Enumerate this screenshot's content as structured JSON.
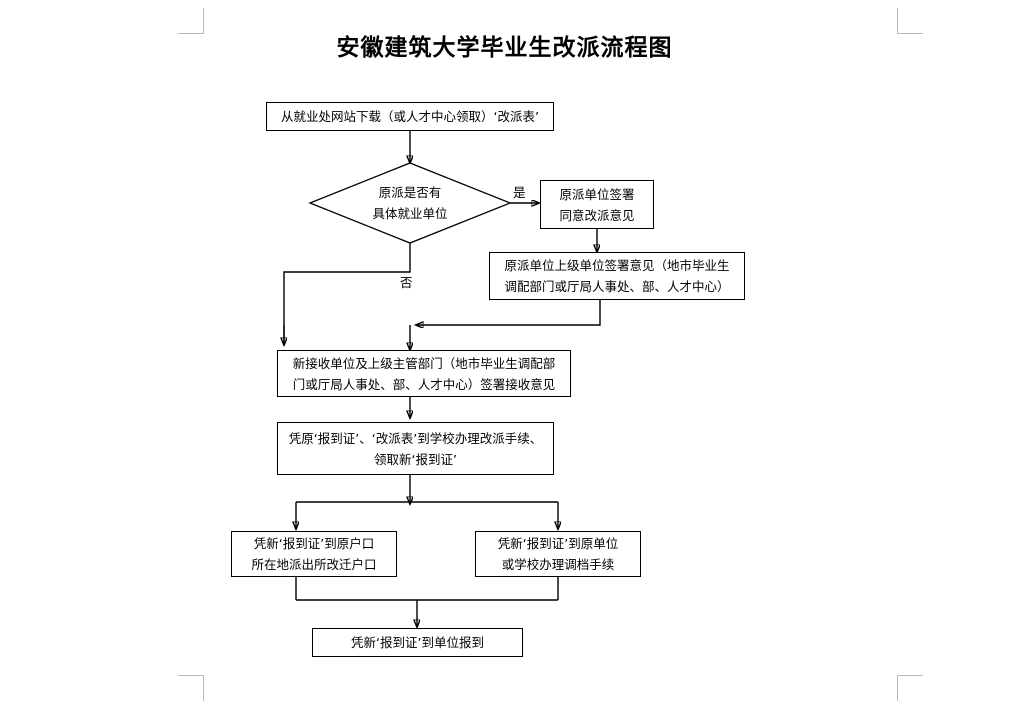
{
  "document": {
    "title": "安徽建筑大学毕业生改派流程图"
  },
  "flowchart": {
    "type": "flowchart",
    "nodes": [
      {
        "id": "download-form",
        "shape": "box",
        "lines": [
          "从就业处网站下载（或人才中心领取）‘改派表’"
        ]
      },
      {
        "id": "has-employer-decision",
        "shape": "diamond",
        "lines": [
          "原派是否有",
          "具体就业单位"
        ]
      },
      {
        "id": "original-unit-sign",
        "shape": "box",
        "lines": [
          "原派单位签署",
          "同意改派意见"
        ]
      },
      {
        "id": "superior-unit-sign",
        "shape": "box",
        "lines": [
          "原派单位上级单位签署意见（地市毕业生",
          "调配部门或厅局人事处、部、人才中心）"
        ]
      },
      {
        "id": "new-unit-accept",
        "shape": "box",
        "lines": [
          "新接收单位及上级主管部门（地市毕业生调配部",
          "门或厅局人事处、部、人才中心）签署接收意见"
        ]
      },
      {
        "id": "school-process",
        "shape": "box",
        "lines": [
          "凭原‘报到证’、‘改派表’到学校办理改派手续、",
          "领取新‘报到证’"
        ]
      },
      {
        "id": "household-transfer",
        "shape": "box",
        "lines": [
          "凭新‘报到证’到原户口",
          "所在地派出所改迁户口"
        ]
      },
      {
        "id": "file-transfer",
        "shape": "box",
        "lines": [
          "凭新‘报到证’到原单位",
          "或学校办理调档手续"
        ]
      },
      {
        "id": "report-to-unit",
        "shape": "box",
        "lines": [
          "凭新‘报到证’到单位报到"
        ]
      }
    ],
    "edge_labels": {
      "yes": "是",
      "no": "否"
    },
    "colors": {
      "line": "#000000",
      "text": "#000000",
      "background": "#ffffff",
      "crop_mark": "#b9b9b9"
    }
  }
}
